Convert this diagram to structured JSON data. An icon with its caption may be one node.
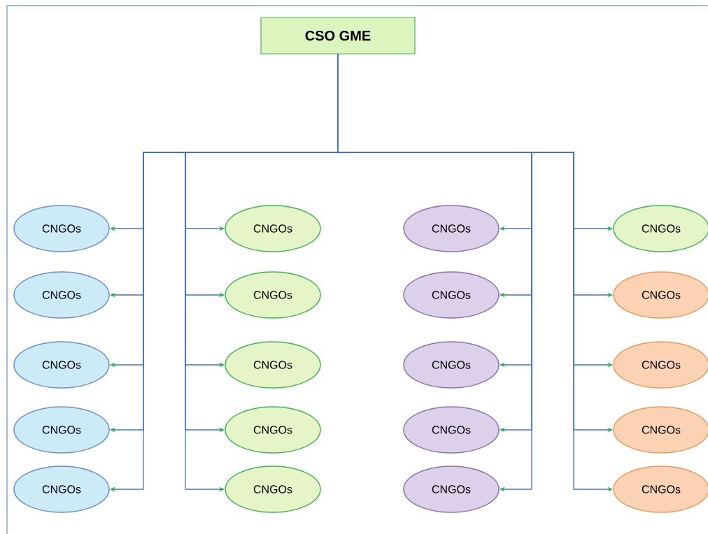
{
  "diagram": {
    "nodes": [
      {
        "text": [
          "CSO GME"
        ]
      },
      {
        "text": [
          "CNGOs"
        ]
      },
      {
        "text": [
          "CNGOs"
        ]
      },
      {
        "text": [
          "CNGOs"
        ]
      },
      {
        "text": [
          "CNGOs"
        ]
      },
      {
        "text": [
          "CNGOs"
        ]
      },
      {
        "text": [
          "CNGOs"
        ]
      },
      {
        "text": [
          "CNGOs"
        ]
      },
      {
        "text": [
          "CNGOs"
        ]
      },
      {
        "text": [
          "CNGOs"
        ]
      },
      {
        "text": [
          "CNGOs"
        ]
      },
      {
        "text": [
          "CNGOs"
        ]
      },
      {
        "text": [
          "CNGOs"
        ]
      },
      {
        "text": [
          "CNGOs"
        ]
      },
      {
        "text": [
          "CNGOs"
        ]
      },
      {
        "text": [
          "CNGOs"
        ]
      },
      {
        "text": [
          "CNGOs"
        ]
      },
      {
        "text": [
          "CNGOs"
        ]
      },
      {
        "text": [
          "CNGOs"
        ]
      },
      {
        "text": [
          "CNGOs"
        ]
      },
      {
        "text": [
          "CNGOs"
        ]
      }
    ],
    "edges": [
      {
        "from": 0,
        "to": 1,
        "arrow": "to"
      },
      {
        "from": 0,
        "to": 2,
        "arrow": "to"
      },
      {
        "from": 0,
        "to": 3,
        "arrow": "to"
      },
      {
        "from": 0,
        "to": 4,
        "arrow": "to"
      },
      {
        "from": 0,
        "to": 5,
        "arrow": "to"
      },
      {
        "from": 0,
        "to": 6,
        "arrow": "to"
      },
      {
        "from": 0,
        "to": 7,
        "arrow": "to"
      },
      {
        "from": 0,
        "to": 8,
        "arrow": "to"
      },
      {
        "from": 0,
        "to": 9,
        "arrow": "to"
      },
      {
        "from": 0,
        "to": 10,
        "arrow": "to"
      },
      {
        "from": 0,
        "to": 11,
        "arrow": "to"
      },
      {
        "from": 0,
        "to": 12,
        "arrow": "to"
      },
      {
        "from": 0,
        "to": 13,
        "arrow": "to"
      },
      {
        "from": 0,
        "to": 14,
        "arrow": "to"
      },
      {
        "from": 0,
        "to": 15,
        "arrow": "to"
      },
      {
        "from": 0,
        "to": 16,
        "arrow": "to"
      },
      {
        "from": 0,
        "to": 17,
        "arrow": "to"
      },
      {
        "from": 0,
        "to": 18,
        "arrow": "to"
      },
      {
        "from": 0,
        "to": 19,
        "arrow": "to"
      },
      {
        "from": 0,
        "to": 20,
        "arrow": "to"
      }
    ]
  }
}
